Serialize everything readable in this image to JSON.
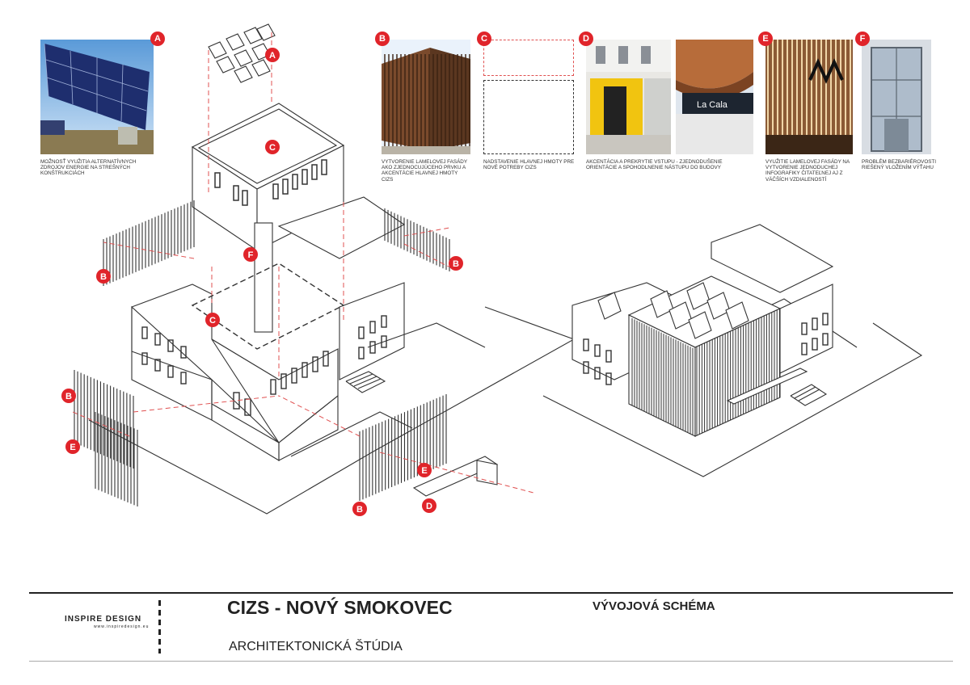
{
  "top_panels": [
    {
      "badge": "A",
      "caption": "Možnosť využitia alternatívnych zdrojov energie na strešných konštrukciách",
      "kind": "solar-photo"
    },
    {
      "badge": "B",
      "caption": "Vytvorenie lamelovej fasády ako zjednocujúceho prvku a akcentácie hlavnej hmoty CIZS",
      "kind": "lamella-facade-photo"
    },
    {
      "badge": "C",
      "caption": "Nadstavenie hlavnej hmoty pre nové potreby CIZS",
      "kind": "mass-schema"
    },
    {
      "badge": "D",
      "caption": "Akcentácia a prekrytie vstupu - zjednodušenie orientácie a spohodlnenie nástupu do budovy",
      "kind": "entrance-photos",
      "sign_text": "La Cala"
    },
    {
      "badge": "E",
      "caption": "Využitie lamelovej fasády na vytvorenie jednoduchej infografiky čitateľnej aj z väčších vzdialeností",
      "kind": "infographic-photo"
    },
    {
      "badge": "F",
      "caption": "Problém bezbariérovosti riešený vložením výťahu",
      "kind": "elevator-photo"
    }
  ],
  "diagram_markers": [
    {
      "id": "A",
      "label": "A"
    },
    {
      "id": "C-top",
      "label": "C"
    },
    {
      "id": "C-mid",
      "label": "C"
    },
    {
      "id": "F",
      "label": "F"
    },
    {
      "id": "B-left-top",
      "label": "B"
    },
    {
      "id": "B-right-top",
      "label": "B"
    },
    {
      "id": "B-left-bottom",
      "label": "B"
    },
    {
      "id": "E-left",
      "label": "E"
    },
    {
      "id": "E-right",
      "label": "E"
    },
    {
      "id": "B-bottom",
      "label": "B"
    },
    {
      "id": "D",
      "label": "D"
    }
  ],
  "title_block": {
    "logo_name": "INSPIRE DESIGN",
    "logo_web": "www.inspiredesign.eu",
    "project_title": "CIZS - NOVÝ SMOKOVEC",
    "project_subtitle": "ARCHITEKTONICKÁ ŠTÚDIA",
    "sheet_title": "VÝVOJOVÁ SCHÉMA"
  },
  "colors": {
    "marker_red": "#e0242a",
    "dash_red": "#e05050",
    "line": "#333333"
  }
}
